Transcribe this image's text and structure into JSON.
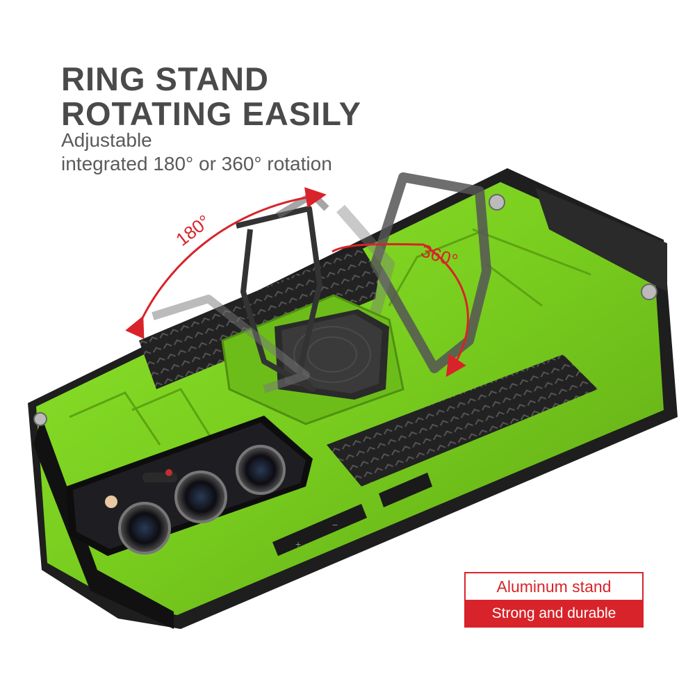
{
  "headline": {
    "line1": "RING STAND",
    "line2": "ROTATING EASILY"
  },
  "subtitle": {
    "line1": "Adjustable",
    "line2": "integrated 180° or 360° rotation"
  },
  "callouts": {
    "rotation_a": "180°",
    "rotation_b": "360°"
  },
  "buttons": {
    "plus": "+",
    "minus": "−"
  },
  "badge": {
    "top_label": "Aluminum stand",
    "bottom_label": "Strong and durable"
  },
  "colors": {
    "case_green": "#7ed321",
    "accent_red": "#d8232a",
    "text_gray": "#4a4a4a"
  }
}
